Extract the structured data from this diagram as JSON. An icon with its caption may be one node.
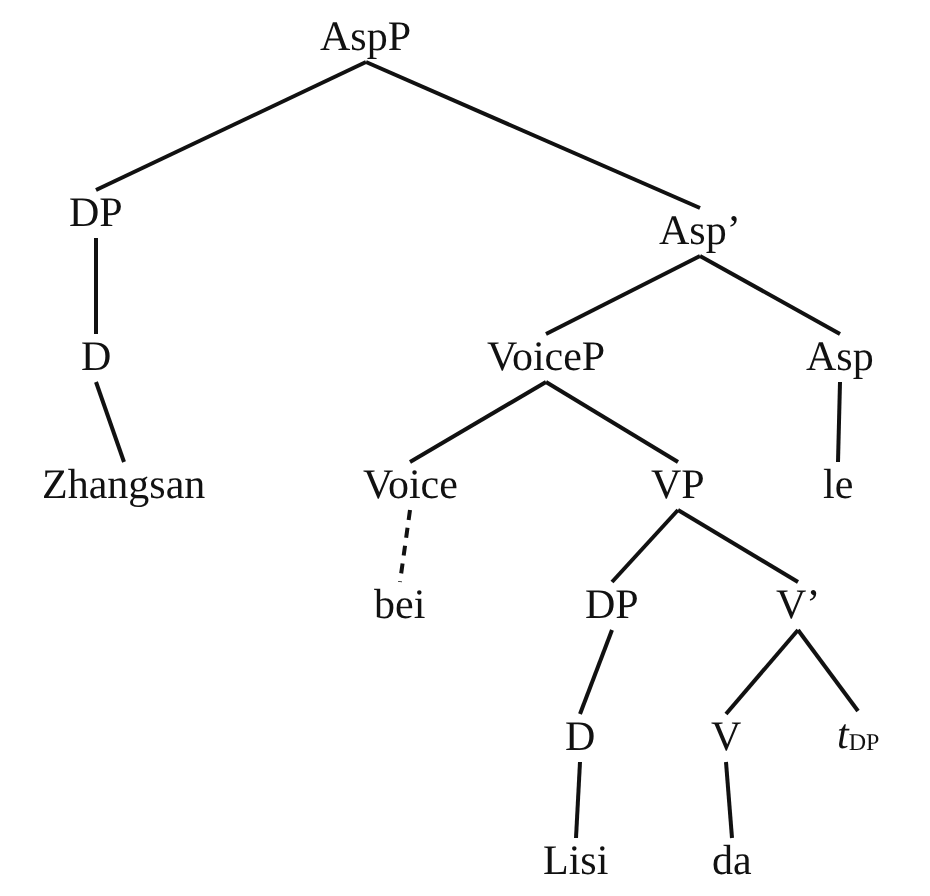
{
  "diagram": {
    "nodes": [
      {
        "text": [
          "AspP"
        ]
      },
      {
        "text": [
          "DP"
        ]
      },
      {
        "text": [
          "Asp’"
        ]
      },
      {
        "text": [
          "D"
        ]
      },
      {
        "text": [
          "VoiceP"
        ]
      },
      {
        "text": [
          "Asp"
        ]
      },
      {
        "text": [
          "Zhangsan"
        ]
      },
      {
        "text": [
          "Voice"
        ]
      },
      {
        "text": [
          "VP"
        ]
      },
      {
        "text": [
          "le"
        ]
      },
      {
        "text": [
          "bei"
        ]
      },
      {
        "text": [
          "DP"
        ]
      },
      {
        "text": [
          "V’"
        ]
      },
      {
        "text": [
          "D"
        ]
      },
      {
        "text": [
          "V"
        ]
      },
      {
        "text": [
          "*t*$_{DP}$"
        ]
      },
      {
        "text": [
          "Lisi"
        ]
      },
      {
        "text": [
          "da"
        ]
      }
    ],
    "edges": [
      {
        "from": 0,
        "to": 1,
        "arrow": "none"
      },
      {
        "from": 0,
        "to": 2,
        "arrow": "none"
      },
      {
        "from": 1,
        "to": 3,
        "arrow": "none"
      },
      {
        "from": 2,
        "to": 4,
        "arrow": "none"
      },
      {
        "from": 2,
        "to": 5,
        "arrow": "none"
      },
      {
        "from": 3,
        "to": 6,
        "arrow": "none"
      },
      {
        "from": 4,
        "to": 7,
        "arrow": "none"
      },
      {
        "from": 4,
        "to": 8,
        "arrow": "none"
      },
      {
        "from": 5,
        "to": 9,
        "arrow": "none"
      },
      {
        "from": 7,
        "to": 10,
        "arrow": "none",
        "style": "dashed"
      },
      {
        "from": 8,
        "to": 11,
        "arrow": "none"
      },
      {
        "from": 8,
        "to": 12,
        "arrow": "none"
      },
      {
        "from": 11,
        "to": 13,
        "arrow": "none"
      },
      {
        "from": 12,
        "to": 14,
        "arrow": "none"
      },
      {
        "from": 12,
        "to": 15,
        "arrow": "none"
      },
      {
        "from": 13,
        "to": 16,
        "arrow": "none"
      },
      {
        "from": 14,
        "to": 17,
        "arrow": "none"
      }
    ]
  }
}
